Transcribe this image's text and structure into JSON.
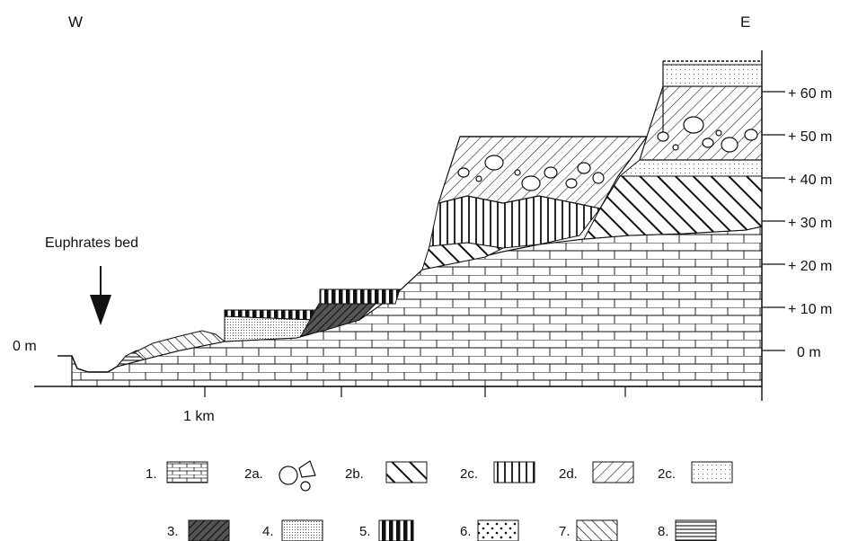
{
  "directions": {
    "west": "W",
    "east": "E"
  },
  "left_axis": {
    "zero_label": "0 m"
  },
  "right_axis": {
    "labels": [
      "+ 60 m",
      "+ 50 m",
      "+ 40 m",
      "+ 30 m",
      "+ 20 m",
      "+ 10 m",
      "0 m"
    ]
  },
  "annotation": {
    "river_bed": "Euphrates bed"
  },
  "scale": {
    "label": "1 km"
  },
  "legend": {
    "row1": [
      {
        "label": "1.",
        "pattern": "limestone"
      },
      {
        "label": "2a.",
        "pattern": "clasts"
      },
      {
        "label": "2b.",
        "pattern": "wide-diagonal-back"
      },
      {
        "label": "2c.",
        "pattern": "vertical-lines"
      },
      {
        "label": "2d.",
        "pattern": "fine-diagonal"
      },
      {
        "label": "2c.",
        "pattern": "fine-dots"
      }
    ],
    "row2": [
      {
        "label": "3.",
        "pattern": "dark-diagonal"
      },
      {
        "label": "4.",
        "pattern": "dense-dots"
      },
      {
        "label": "5.",
        "pattern": "black-bars"
      },
      {
        "label": "6.",
        "pattern": "coarse-dots"
      },
      {
        "label": "7.",
        "pattern": "narrow-diagonal-back"
      },
      {
        "label": "8.",
        "pattern": "horizontal-lines"
      }
    ]
  }
}
